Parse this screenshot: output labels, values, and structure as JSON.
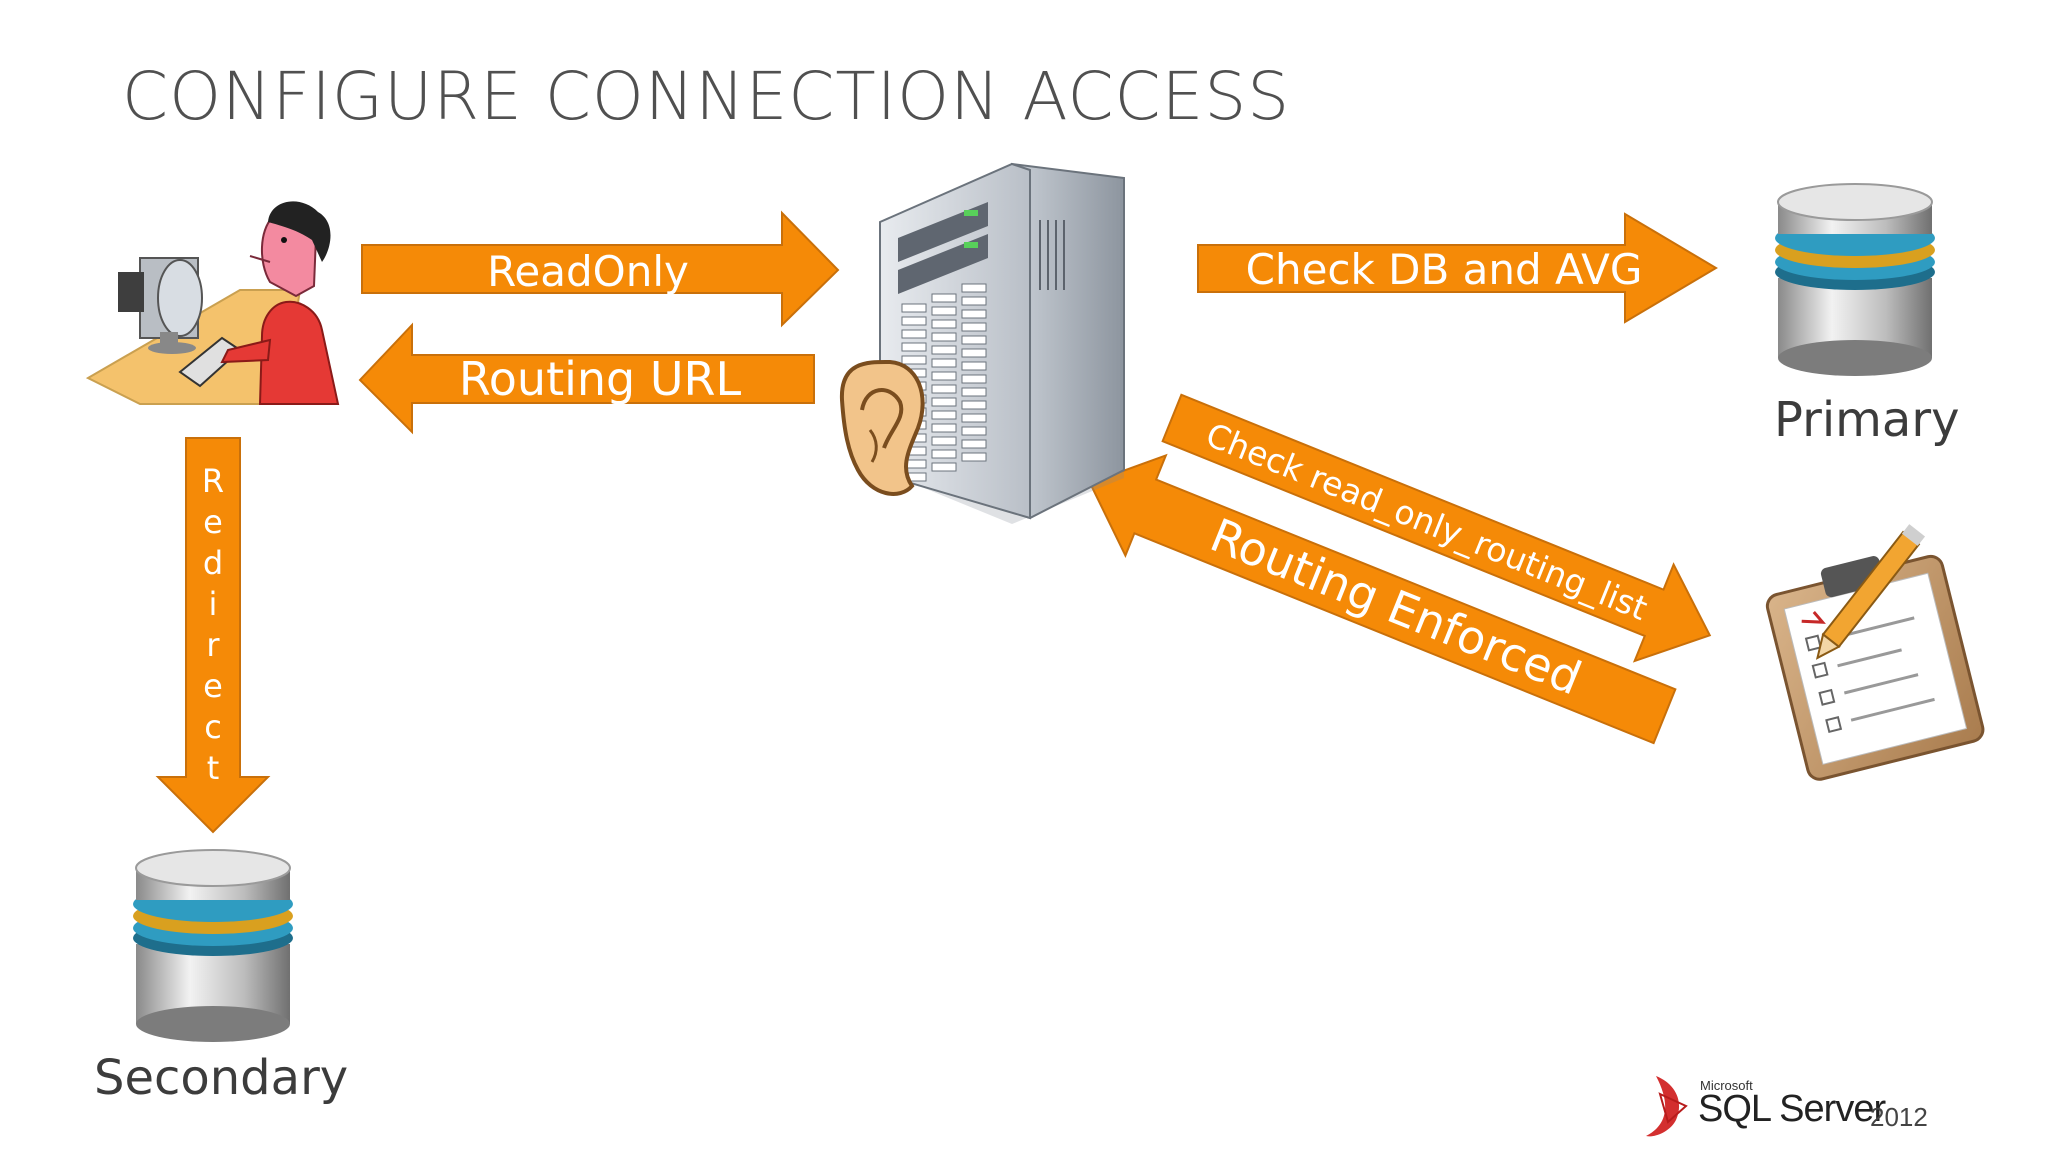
{
  "slide": {
    "title": "CONFIGURE CONNECTION ACCESS"
  },
  "arrows": {
    "readonly": "ReadOnly",
    "routing_url": "Routing URL",
    "check_db": "Check DB and AVG",
    "check_list": "Check read_only_routing_list",
    "routing_enforced": "Routing Enforced",
    "redirect_letters": [
      "R",
      "e",
      "d",
      "i",
      "r",
      "e",
      "c",
      "t"
    ]
  },
  "nodes": {
    "primary": "Primary",
    "secondary": "Secondary"
  },
  "logo": {
    "vendor": "Microsoft",
    "product": "SQL Server",
    "version": "2012"
  },
  "colors": {
    "arrow_fill": "#F58A07",
    "arrow_stroke": "#C9700A",
    "title": "#505050",
    "label": "#3C3C3C"
  },
  "icons": [
    "user-at-computer-icon",
    "server-tower-icon",
    "ear-icon",
    "database-icon",
    "clipboard-checklist-icon",
    "sql-server-logo-icon"
  ]
}
